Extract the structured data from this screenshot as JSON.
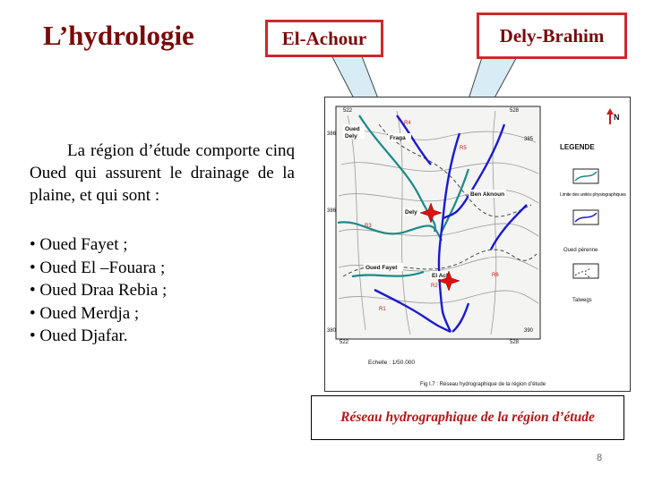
{
  "title": "L’hydrologie",
  "callouts": {
    "left": "El-Achour",
    "right": "Dely-Brahim"
  },
  "intro_text": "La région d’étude comporte cinq Oued qui assurent le drainage de la plaine, et qui sont :",
  "oueds": [
    "Oued Fayet ;",
    "Oued El –Fouara ;",
    "Oued Draa Rebia ;",
    "Oued Merdja ;",
    "Oued Djafar."
  ],
  "map": {
    "north_label": "N",
    "legend_title": "LEGENDE",
    "legend_items": [
      "Limite des unités physiographiques",
      "Oued pérenne",
      "Talwegs"
    ],
    "place_labels": [
      "Oued",
      "Dely",
      "Fraga",
      "Ben Aknoun",
      "Dely",
      "Oued Fayet",
      "El Ach"
    ],
    "grid_labels": [
      "522",
      "528",
      "386",
      "385",
      "386",
      "380",
      "522",
      "528",
      "390"
    ],
    "scale": "Echelle : 1/50.000",
    "figure_caption": "Fig I.7 : Réseau hydrographique de la région d’étude"
  },
  "caption": "Réseau hydrographique de la région d’étude",
  "page_number": "8",
  "colors": {
    "title": "#7a0a0a",
    "callout_border": "#cc2a2a",
    "callout_fill": "#d8ecf6",
    "caption_text": "#b01818",
    "river_blue": "#1a1ad0",
    "river_teal": "#1a8a8a",
    "marker_red": "#e01010"
  }
}
